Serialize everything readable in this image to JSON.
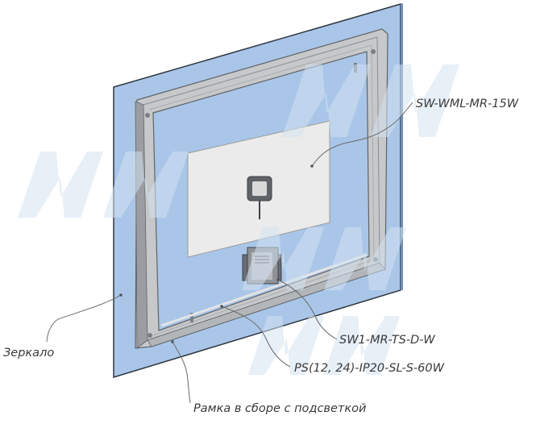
{
  "labels": {
    "mirror_lamp": "SW-WML-MR-15W",
    "touch_switch": "SW1-MR-TS-D-W",
    "power_supply": "PS(12, 24)-IP20-SL-S-60W",
    "mirror": "Зеркало",
    "frame": "Рамка в сборе с подсветкой"
  },
  "colors": {
    "mirror": "#a9c6e8",
    "mirror_edge": "#2f3640",
    "frame": "#c6c8ca",
    "frame_dark": "#7c8085",
    "panel": "#ebebeb",
    "watermark": "#d4e2f0"
  }
}
